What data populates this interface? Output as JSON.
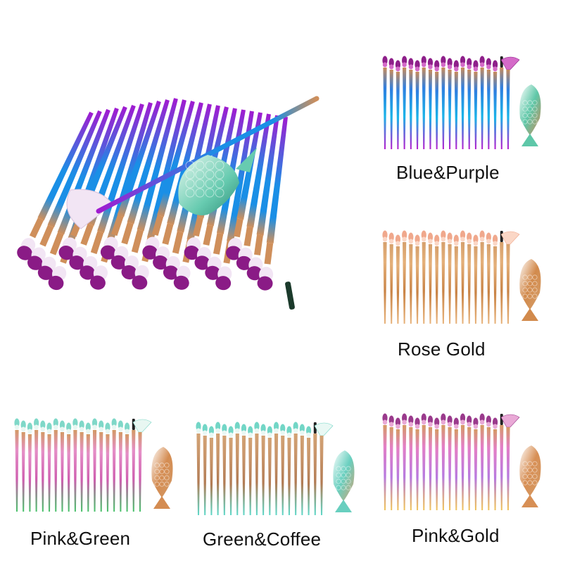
{
  "variants": [
    {
      "label": "Blue&Purple",
      "tip": "#8e1f8a",
      "tip_light": "#d46ac8",
      "ferrule": "#c98b5a",
      "handle_top": "#2f7fe0",
      "handle_mid": "#1bb4e8",
      "handle_bottom": "#b51fcf",
      "fish": "#5ec7a8"
    },
    {
      "label": "Rose Gold",
      "tip": "#f0a88c",
      "tip_light": "#fbd7c6",
      "ferrule": "#d6a06c",
      "handle_top": "#e4b07a",
      "handle_mid": "#c98447",
      "handle_bottom": "#e8b47d",
      "fish": "#d28a4c"
    },
    {
      "label": "Pink&Green",
      "tip": "#7fd8c8",
      "tip_light": "#e8f7f2",
      "ferrule": "#d39a66",
      "handle_top": "#e58fc7",
      "handle_mid": "#cf5fb0",
      "handle_bottom": "#49c36b",
      "fish": "#d48c52"
    },
    {
      "label": "Green&Coffee",
      "tip": "#72d6c6",
      "tip_light": "#e9f8f4",
      "ferrule": "#d2a274",
      "handle_top": "#c9966b",
      "handle_mid": "#b27c55",
      "handle_bottom": "#5fd8c9",
      "fish": "#68cfbf"
    },
    {
      "label": "Pink&Gold",
      "tip": "#9a3a8c",
      "tip_light": "#e9a9d6",
      "ferrule": "#d59a64",
      "handle_top": "#e37fc6",
      "handle_mid": "#b87adf",
      "handle_bottom": "#f0c55a",
      "fish": "#d78f55"
    }
  ],
  "hero": {
    "tip": "#8a1b86",
    "tip_light": "#f2e5f4",
    "ferrule": "#cf8f5b",
    "handle_top": "#1a8fe6",
    "handle_bottom": "#a01bd0",
    "fish": "#67cbb0"
  }
}
